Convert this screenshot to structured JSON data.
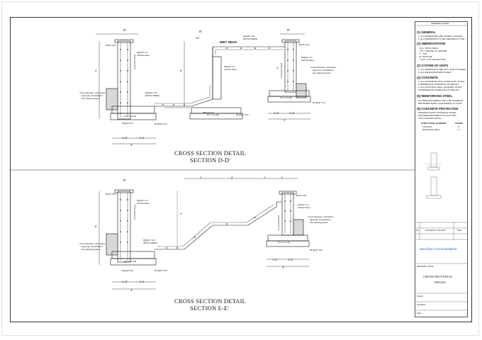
{
  "section1": {
    "title": "CROSS SECTION DETAIL",
    "subtitle": "SECTION D-D'",
    "labels": {
      "back_fill_left": "BACK FILL",
      "back_fill_right": "BACK FILL",
      "wet_deck": "WET DECK",
      "vert_bar_left": "#4@12\" c/c.",
      "vert_bar_left2": "Vertical Steel",
      "horiz_left": "Horizontal Steel",
      "vert_bar_right": "#4@12\" c/c.",
      "vert_bar_right2": "Vertical Steel",
      "horiz_right": "Horizontal Steel",
      "mid_bar": "#4@12\" c/c.",
      "mid_bar2": "Vertical Steel",
      "deck_bar": "#4@12\" C/C",
      "deck_bar2": "(BOTH SIDES)",
      "bottom_bar": "#4@12\" C/C",
      "bottom_bar2": "(BOTH SIDES)",
      "pipe_note1": "4 inch diameter, perforated,",
      "pipe_note2": "rigid pipe embedded in",
      "pipe_note3": "free draining gravel",
      "pcc_left": "P.C.C (1:4:8)",
      "pcc_mid": "P.C.C (1:4:8)",
      "pcc_right": "P.C.C (1:4:8)",
      "footing_bar_left": "#4@12\"C/C",
      "footing_bar_mid": "#4@12\"C/C",
      "bottom_note_left": "#5 @09\" O/C.",
      "bottom_note_mid": "#5 @09\" O/C.",
      "bottom_note_right": "#5 @09\" O/C.",
      "dim_top_left": "9\"",
      "dim_top_mid": "6\"",
      "dim_top_right": "9\"",
      "dim_bot_left": "1'-6\"",
      "dim_bot_left2": "1'-6\"",
      "dim_bot_left3": "3'",
      "dim_bot_right": "1'-6\"",
      "dim_bot_right2": "1'-6\"",
      "dim_bot_right3": "3'",
      "dim_h1": "4'",
      "dim_h2": "6'",
      "dim_h3": "4'",
      "dim_mid": "10\""
    }
  },
  "section2": {
    "title": "CROSS SECTION DETAIL",
    "subtitle": "SECTION E-E'",
    "labels": {
      "back_fill_left": "BACK FILL",
      "back_fill_right": "BACK FILL",
      "vert_bar_left": "#4@12\" c/c.",
      "vert_bar_left2": "Vertical Steel",
      "horiz_left": "Horizontal Steel",
      "vert_bar_right": "#4@12\" c/c.",
      "vert_bar_right2": "Vertical Steel",
      "horiz_right": "Horizontal Steel",
      "mid_bar": "#4@12\" C/C",
      "mid_bar2": "(BOTH SIDES)",
      "pipe_note1": "4 inch diameter, perforated,",
      "pipe_note2": "rigid pipe embedded in",
      "pipe_note3": "free draining gravel",
      "pipe_note_r1": "4 inch diameter, perforated,",
      "pipe_note_r2": "rigid pipe embedded in",
      "pipe_note_r3": "free draining gravel",
      "pcc_left": "P.C.C (1:4:8)",
      "pcc_right": "P.C.C (1:4:8)",
      "footing_bar_left": "#4@12\"C/C",
      "bottom_note_left": "#5 @09\" O/C.",
      "bottom_note_right": "#5 @09\" O/C.",
      "dim_top1": "1'",
      "dim_top2": "4'",
      "dim_top3": "1'",
      "dim_top4": "1'",
      "dim_top_left": "9\"",
      "dim_bot_left": "1'-6\"",
      "dim_bot_left2": "1'-6\"",
      "dim_bot_left3": "3'",
      "dim_bot_right": "1'-6\"",
      "dim_bot_right2": "1'-6\"",
      "dim_bot_right3": "3'",
      "dim_h1": "6'",
      "dim_h2": "4'"
    }
  },
  "panel": {
    "header": "GENERAL NOTES",
    "heading1": "(1) GENERAL",
    "note1a": "1. ALL DIMENSIONS ARE IN FEET & INCHES.",
    "note1b": "2. ALL DIMENSIONS TO BE CHECKED AT SITE.",
    "heading2": "(2) ABBREVIATIONS",
    "note2a": "B.S. : BOTH SIDES",
    "note2b": "C/C : CENTRE TO CENTRE",
    "note2c": "T : TOP",
    "note2d": "B : BOTTOM",
    "note2e": "T & B : TOP AND BOTTOM",
    "heading3": "(3) SYSTEM OF UNITS",
    "note3a": "a. ALL DIMENSIONS ARE IN FT. AND IN INCHES",
    "note3b": "b. ALL ELEVATIONS ARE IN FEET",
    "heading4": "(4) CONCRETE",
    "note4a": "a. ALL CONCRETE SHALL HAVE A MIN. 28 DAY",
    "note4b": "COMPRESSIVE STRENGTH OF 3000 PSI",
    "note4c": "b. ALL FOOTINGS SHALL HAVE MIN. 28 DAY",
    "note4d": "COMPRESSIVE STRENGTH OF 3000 PSI",
    "heading5": "(5) REINFORCING STEEL",
    "note5a": "ALL REINFORCEMENT SHALL BE GRADE 60",
    "note5b": "DEFORMED BARS CONFORMING TO ASTM",
    "heading6": "(6) CONCRETE PROTECTION",
    "note6a": "MINIMUM CLEAR CONCRETE COVER",
    "note6b": "FOR REINFORCEMENT AS FOLLOWS",
    "note6c": "CAST AGAINST EARTH",
    "table_header1": "STRUCTURAL ELEMENT",
    "table_header2": "COVER",
    "table_row1": "FOOTING",
    "table_row1v": "3\"",
    "table_row2": "RETAINING WALL",
    "table_row2v": "2\"",
    "rev_no": "No.",
    "rev_desc": "Description / Revision",
    "rev_date": "Date",
    "website": "www.fiverr.com/mabdalarm",
    "drawing_title_label": "DRAWING TITLE",
    "drawing_title": "CROSS-SECTIONAL",
    "drawing_title2": "DETAIL",
    "drawn_label": "Drawn",
    "checked_label": "Checked",
    "date_label": "Date"
  }
}
